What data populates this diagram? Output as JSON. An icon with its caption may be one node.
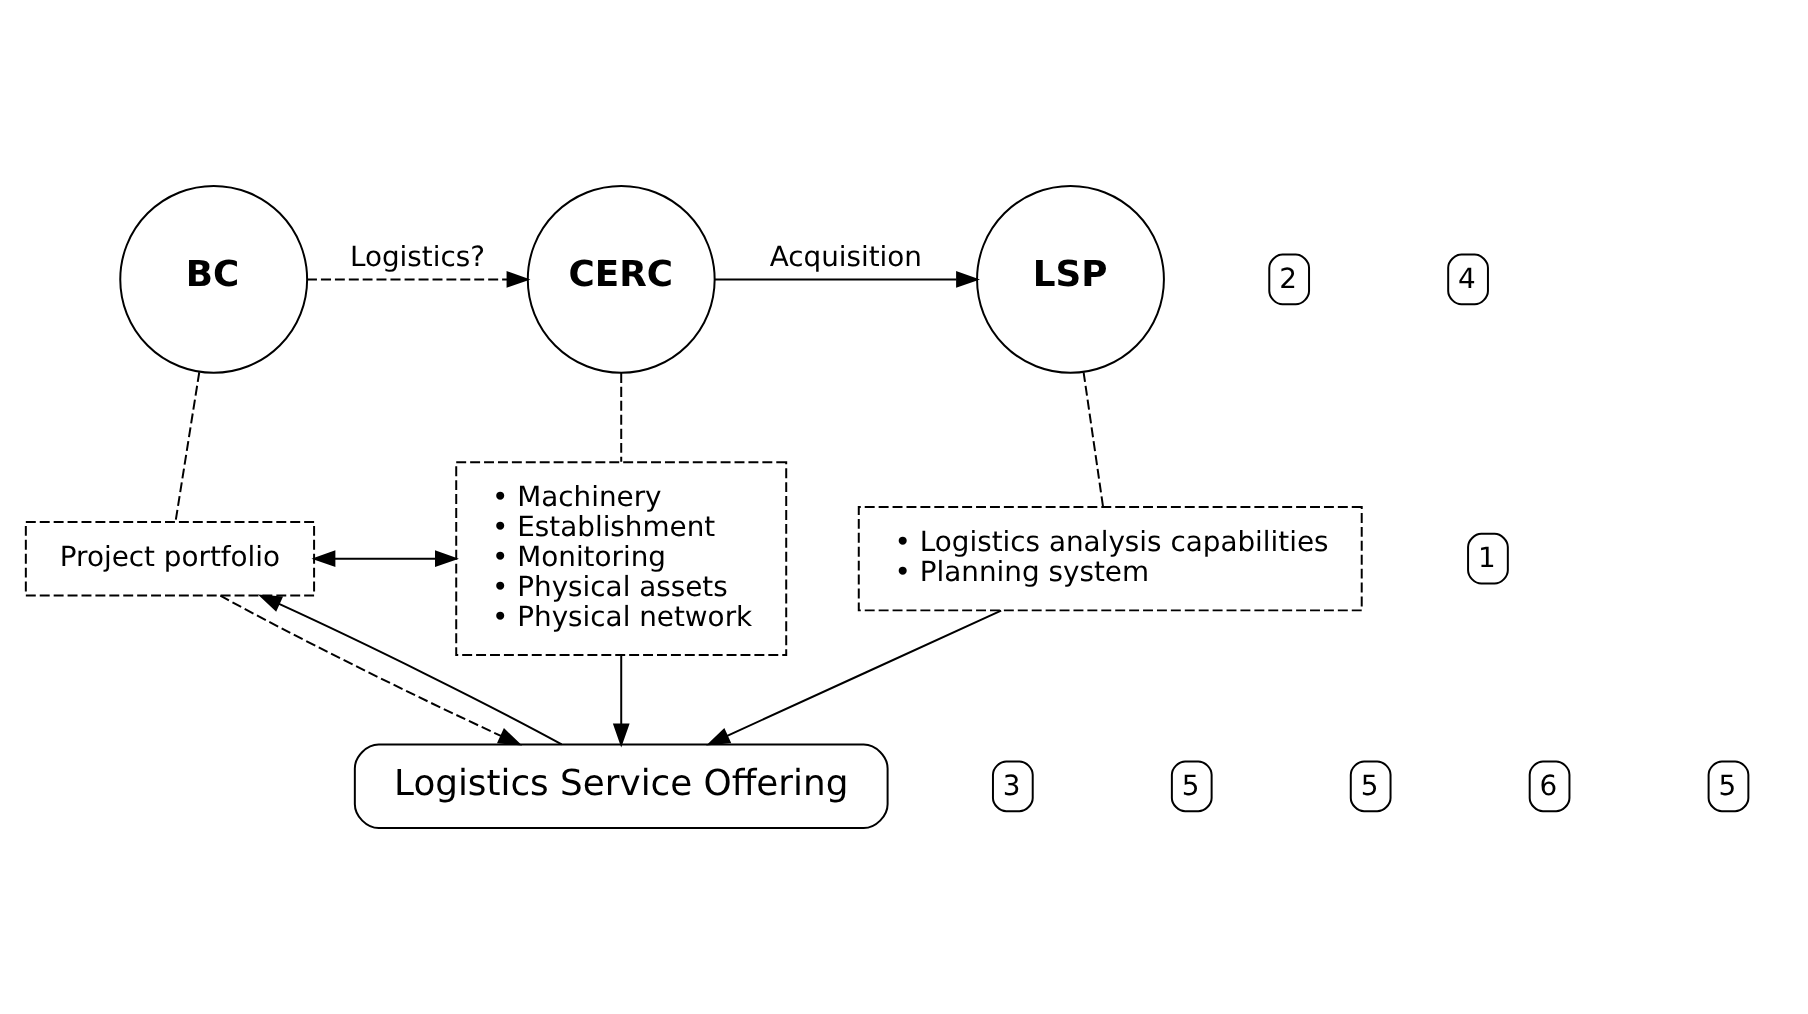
{
  "diagram": {
    "nodes": [
      {
        "text": [
          "BC"
        ]
      },
      {
        "text": [
          "CERC"
        ]
      },
      {
        "text": [
          "LSP"
        ]
      },
      {
        "text": [
          "Project portfolio"
        ]
      },
      {
        "text": [
          "• Machinery",
          "• Establishment",
          "• Monitoring",
          "• Physical assets",
          "• Physical network"
        ]
      },
      {
        "text": [
          "• Logistics analysis capabilities",
          "• Planning system"
        ]
      },
      {
        "text": [
          "Logistics Service Offering"
        ]
      }
    ],
    "edges": [
      {
        "from": 0,
        "to": 1,
        "arrow": "to",
        "label": "Logistics?",
        "style": "dashed"
      },
      {
        "from": 1,
        "to": 2,
        "arrow": "to",
        "label": "Acquisition"
      },
      {
        "from": 0,
        "to": 3,
        "arrow": "none",
        "style": "dashed"
      },
      {
        "from": 1,
        "to": 4,
        "arrow": "none",
        "style": "dashed"
      },
      {
        "from": 2,
        "to": 5,
        "arrow": "none",
        "style": "dashed"
      },
      {
        "from": 3,
        "to": 4,
        "arrow": "both"
      },
      {
        "from": 4,
        "to": 6,
        "arrow": "to"
      },
      {
        "from": 5,
        "to": 6,
        "arrow": "to"
      },
      {
        "from": 6,
        "to": 3,
        "arrow": "to"
      },
      {
        "from": 3,
        "to": 6,
        "arrow": "to",
        "style": "dashed"
      }
    ],
    "labels": [
      "2",
      "4",
      "1",
      "3",
      "5",
      "5",
      "6",
      "5"
    ]
  }
}
